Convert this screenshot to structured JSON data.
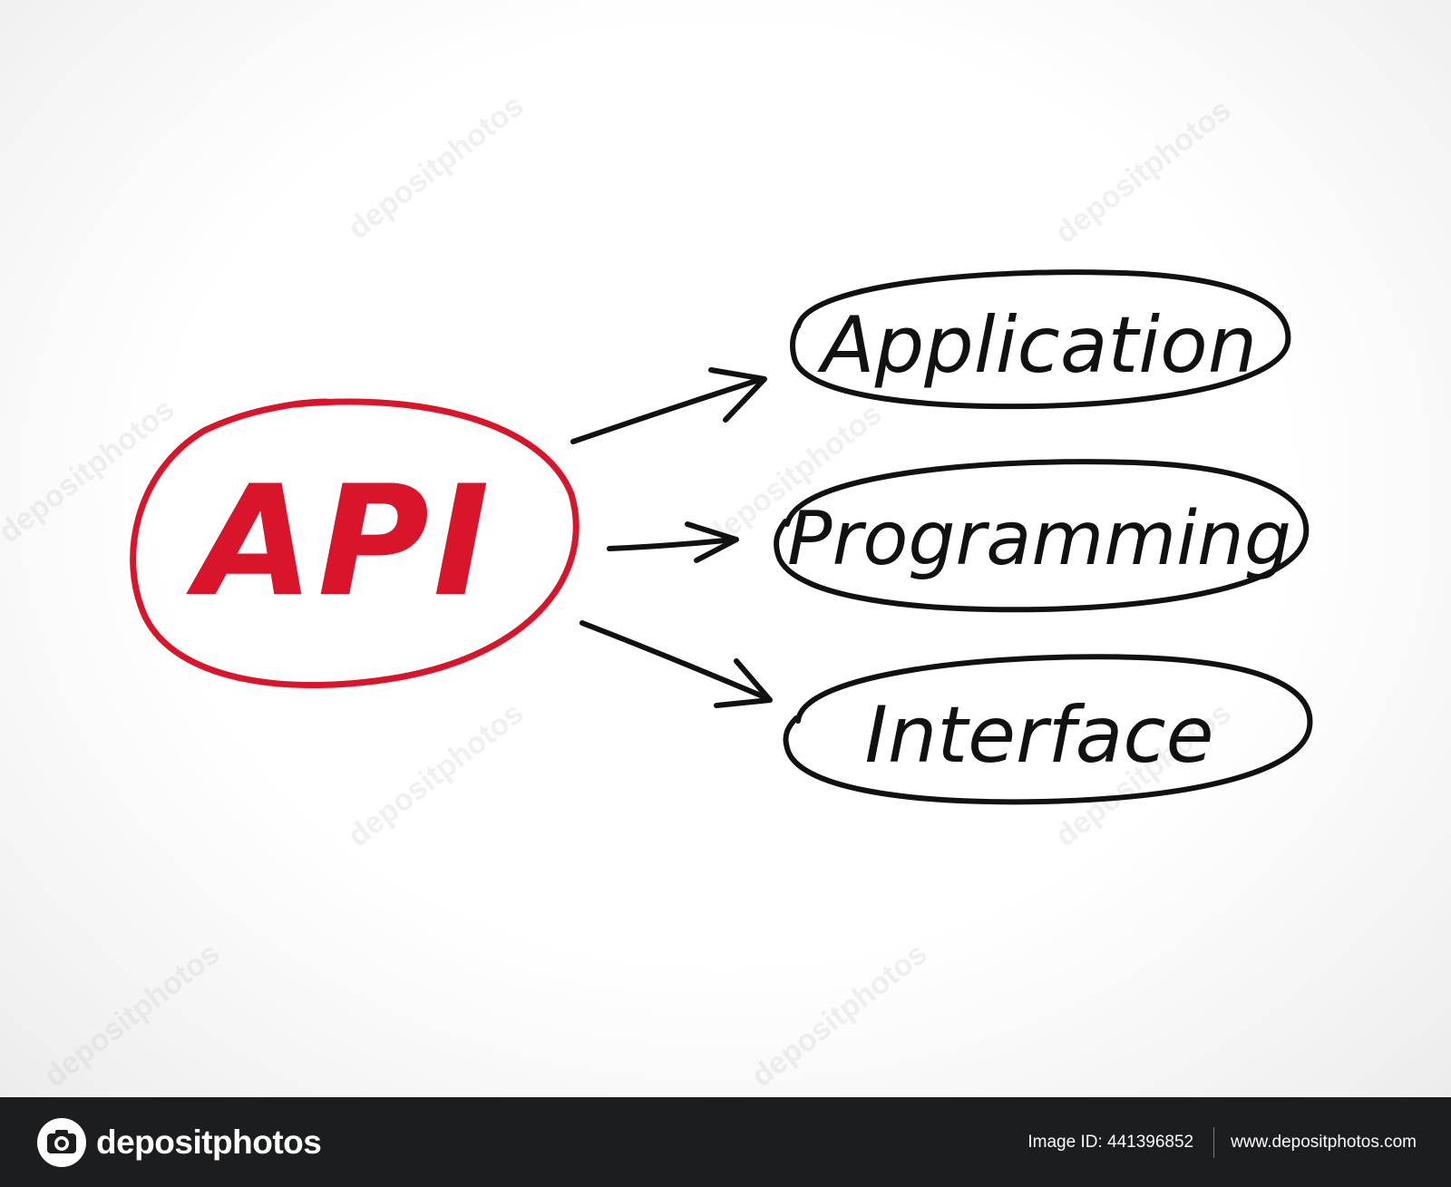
{
  "diagram": {
    "acronym": "API",
    "accent_color": "#d8152a",
    "ink_color": "#111111",
    "terms": [
      {
        "label": "Application"
      },
      {
        "label": "Programming"
      },
      {
        "label": "Interface"
      }
    ]
  },
  "watermark": {
    "text": "depositphotos"
  },
  "footer": {
    "brand": "depositphotos",
    "image_id": "Image ID: 441396852",
    "site": "www.depositphotos.com"
  }
}
